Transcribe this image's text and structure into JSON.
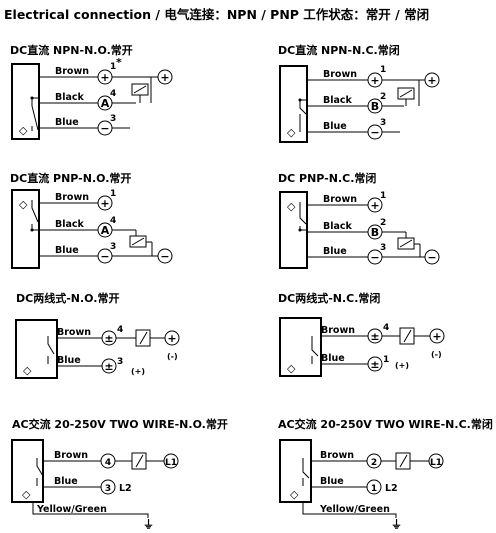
{
  "title": "Electrical connection / 电气连接：NPN / PNP  工作状态：常开 / 常闭",
  "terminals": {
    "plus": "+",
    "minus": "−",
    "plus_minus": "±",
    "ground": "⏚"
  },
  "diagrams": [
    {
      "heading": "DC直流  NPN-N.O.常开",
      "wires": [
        "Brown",
        "Black",
        "Blue"
      ],
      "pins": [
        "1",
        "4",
        "3"
      ],
      "terminal_symbols": [
        "+",
        "A",
        "−"
      ],
      "star": "*",
      "supply_symbol": "+"
    },
    {
      "heading": "DC直流  NPN-N.C.常闭",
      "wires": [
        "Brown",
        "Black",
        "Blue"
      ],
      "pins": [
        "1",
        "2",
        "3"
      ],
      "terminal_symbols": [
        "+",
        "B",
        "−"
      ],
      "supply_symbol": "+"
    },
    {
      "heading": "DC直流  PNP-N.O.常开",
      "wires": [
        "Brown",
        "Black",
        "Blue"
      ],
      "pins": [
        "1",
        "4",
        "3"
      ],
      "terminal_symbols": [
        "+",
        "A",
        "−"
      ],
      "supply_symbol": "−"
    },
    {
      "heading": "DC PNP-N.C.常闭",
      "wires": [
        "Brown",
        "Black",
        "Blue"
      ],
      "pins": [
        "1",
        "2",
        "3"
      ],
      "terminal_symbols": [
        "+",
        "B",
        "−"
      ],
      "supply_symbol": "−"
    },
    {
      "heading": "DC两线式-N.O.常开",
      "wires": [
        "Brown",
        "Blue"
      ],
      "pins": [
        "4",
        "3"
      ],
      "terminal_symbols": [
        "±",
        "±"
      ],
      "supply_symbol": "+",
      "polarity": [
        "(-)",
        "(+)"
      ]
    },
    {
      "heading": "DC两线式-N.C.常闭",
      "wires": [
        "Brown",
        "Blue"
      ],
      "pins": [
        "4",
        "1"
      ],
      "terminal_symbols": [
        "±",
        "±"
      ],
      "supply_symbol": "+",
      "polarity": [
        "(-)",
        "(+)"
      ]
    },
    {
      "heading": "AC交流 20-250V  TWO WIRE-N.O.常开",
      "wires": [
        "Brown",
        "Blue",
        "Yellow/Green"
      ],
      "pins": [
        "4",
        "3"
      ],
      "supply_labels": [
        "L1",
        "L2"
      ]
    },
    {
      "heading": "AC交流 20-250V  TWO WIRE-N.C.常闭",
      "wires": [
        "Brown",
        "Blue",
        "Yellow/Green"
      ],
      "pins": [
        "2",
        "1"
      ],
      "supply_labels": [
        "L1",
        "L2"
      ]
    }
  ]
}
